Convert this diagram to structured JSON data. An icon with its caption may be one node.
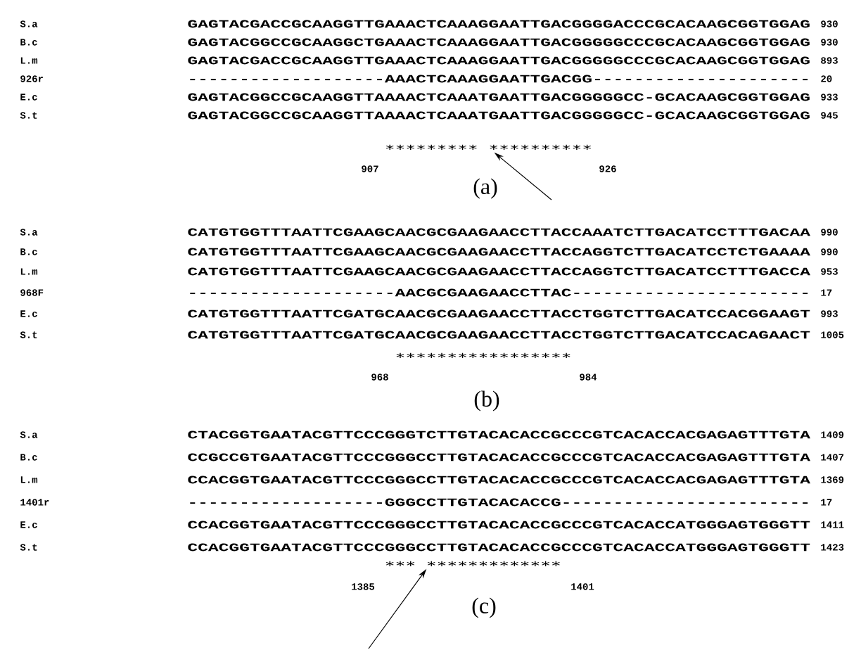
{
  "diagram": {
    "nodes": [
      {
        "text": [
          "∗∗∗∗∗∗∗∗∗ ∗∗∗∗∗∗∗∗∗∗"
        ]
      },
      {
        "text": [
          "∗∗∗ ∗∗∗∗∗∗∗∗∗∗∗∗∗"
        ]
      }
    ],
    "edges": [
      {
        "from": null,
        "to": 0,
        "arrow": "to"
      },
      {
        "from": null,
        "to": 1,
        "arrow": "to"
      }
    ],
    "labels": [
      "S.a",
      "GAGTACGACCGCAAGGTTGAAACTCAAAGGAATTGACGGGGACCCGCACAAGCGGTGGAG",
      "930",
      "B.c",
      "GAGTACGGCCGCAAGGCTGAAACTCAAAGGAATTGACGGGGGCCCGCACAAGCGGTGGAG",
      "930",
      "L.m",
      "GAGTACGACCGCAAGGTTGAAACTCAAAGGAATTGACGGGGGCCCGCACAAGCGGTGGAG",
      "893",
      "926r",
      "-------------------AAACTCAAAGGAATTGACGG---------------------",
      "20",
      "E.c",
      "GAGTACGGCCGCAAGGTTAAAACTCAAATGAATTGACGGGGGCC-GCACAAGCGGTGGAG",
      "933",
      "S.t",
      "GAGTACGGCCGCAAGGTTAAAACTCAAATGAATTGACGGGGGCC-GCACAAGCGGTGGAG",
      "945",
      "907",
      "926",
      "(a)",
      "S.a",
      "CATGTGGTTTAATTCGAAGCAACGCGAAGAACCTTACCAAATCTTGACATCCTTTGACAA",
      "990",
      "B.c",
      "CATGTGGTTTAATTCGAAGCAACGCGAAGAACCTTACCAGGTCTTGACATCCTCTGAAAA",
      "990",
      "L.m",
      "CATGTGGTTTAATTCGAAGCAACGCGAAGAACCTTACCAGGTCTTGACATCCTTTGACCA",
      "953",
      "968F",
      "--------------------AACGCGAAGAACCTTAC-----------------------",
      "17",
      "E.c",
      "CATGTGGTTTAATTCGATGCAACGCGAAGAACCTTACCTGGTCTTGACATCCACGGAAGT",
      "993",
      "S.t",
      "CATGTGGTTTAATTCGATGCAACGCGAAGAACCTTACCTGGTCTTGACATCCACAGAACT",
      "1005",
      "∗∗∗∗∗∗∗∗∗∗∗∗∗∗∗∗∗",
      "968",
      "984",
      "(b)",
      "S.a",
      "CTACGGTGAATACGTTCCCGGGTCTTGTACACACCGCCCGTCACACCACGAGAGTTTGTA",
      "1409",
      "B.c",
      "CCGCCGTGAATACGTTCCCGGGCCTTGTACACACCGCCCGTCACACCACGAGAGTTTGTA",
      "1407",
      "L.m",
      "CCACGGTGAATACGTTCCCGGGCCTTGTACACACCGCCCGTCACACCACGAGAGTTTGTA",
      "1369",
      "1401r",
      "-------------------GGGCCTTGTACACACCG------------------------",
      "17",
      "E.c",
      "CCACGGTGAATACGTTCCCGGGCCTTGTACACACCGCCCGTCACACCATGGGAGTGGGTT",
      "1411",
      "S.t",
      "CCACGGTGAATACGTTCCCGGGCCTTGTACACACCGCCCGTCACACCATGGGAGTGGGTT",
      "1423",
      "1385",
      "1401",
      "(c)"
    ]
  }
}
